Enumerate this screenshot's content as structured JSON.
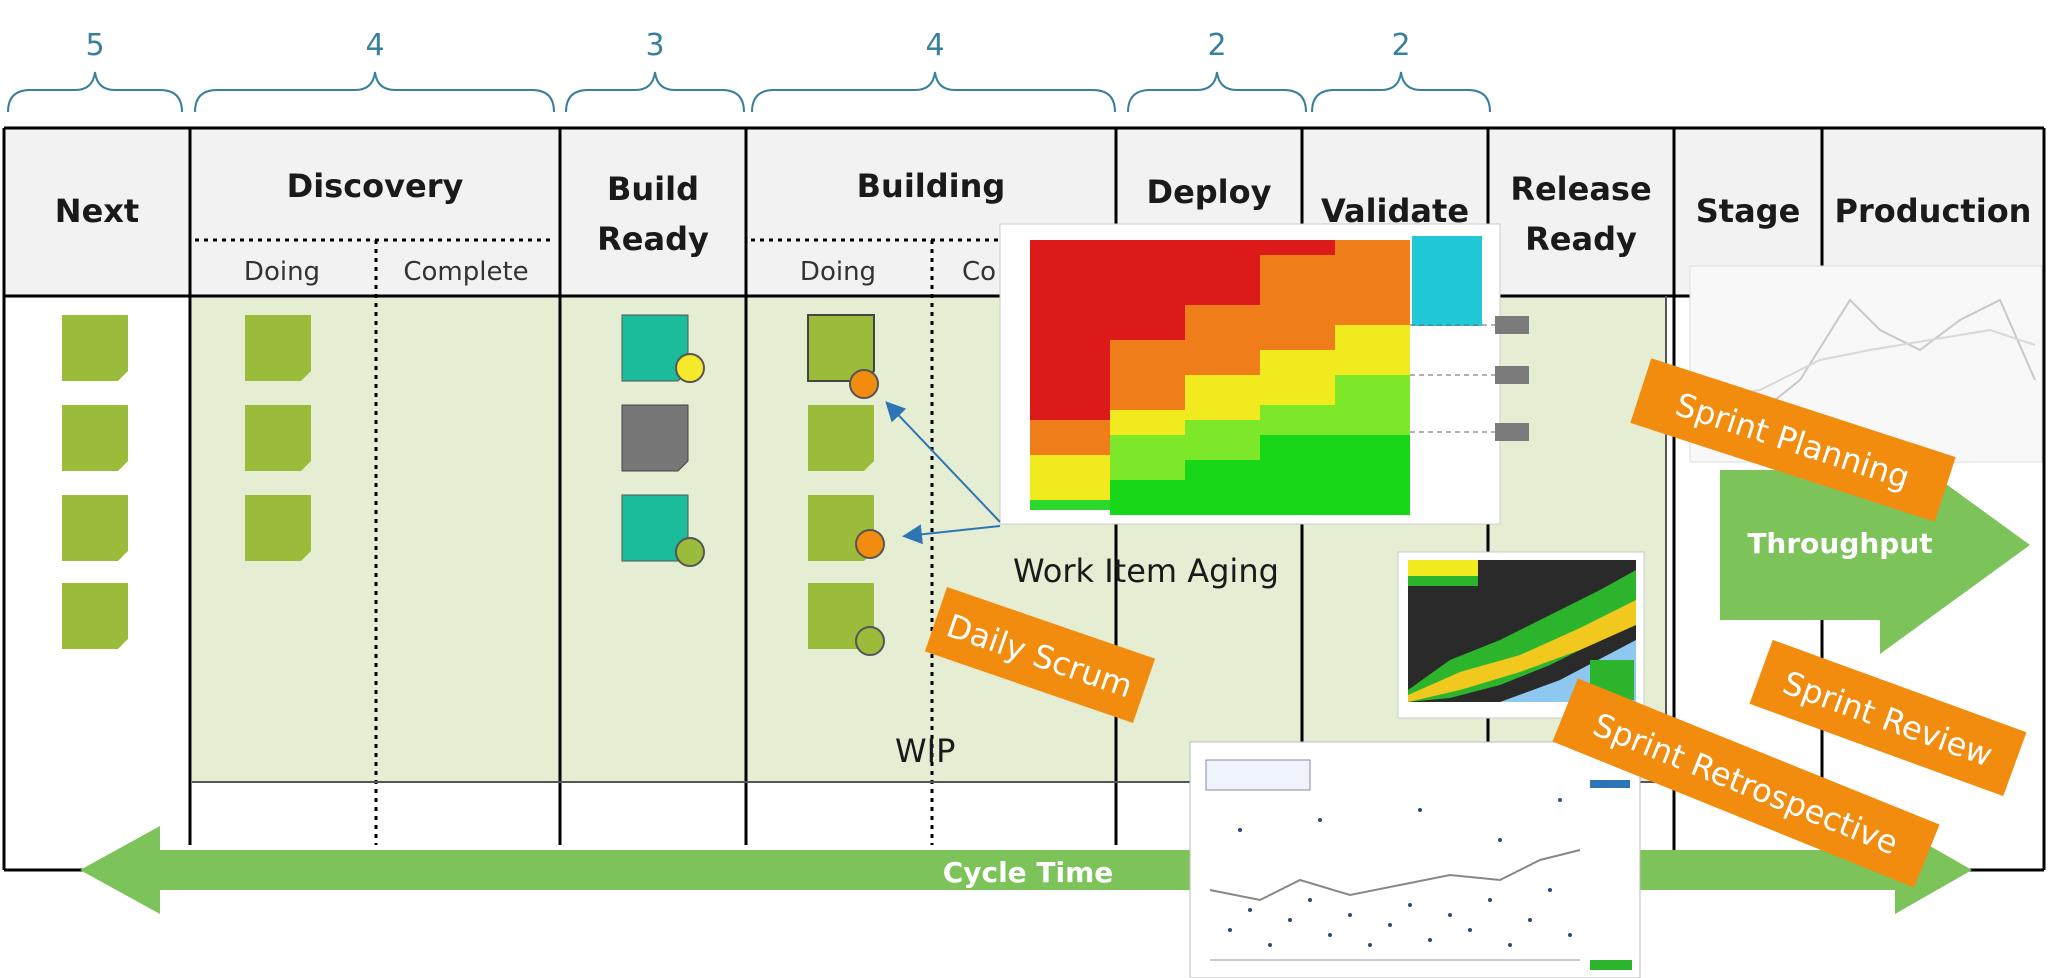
{
  "wip_limits": {
    "next": "5",
    "discovery": "4",
    "build_ready": "3",
    "building": "4",
    "deploy": "2",
    "validate": "2"
  },
  "columns": {
    "next": "Next",
    "discovery": "Discovery",
    "build_ready_1": "Build",
    "build_ready_2": "Ready",
    "building": "Building",
    "deploy": "Deploy",
    "validate": "Validate",
    "release_ready_1": "Release",
    "release_ready_2": "Ready",
    "stage": "Stage",
    "production": "Production"
  },
  "subcolumns": {
    "doing": "Doing",
    "complete": "Complete",
    "complete_truncated": "Co"
  },
  "labels": {
    "work_item_aging": "Work Item Aging",
    "wip": "WIP",
    "cycle_time": "Cycle Time",
    "throughput": "Throughput"
  },
  "tags": {
    "daily_scrum": "Daily Scrum",
    "sprint_planning": "Sprint Planning",
    "sprint_review": "Sprint Review",
    "sprint_retrospective": "Sprint Retrospective"
  },
  "colors": {
    "card_green": "#9bbb3a",
    "card_teal": "#1abc9c",
    "card_gray": "#7a7a7a",
    "board_bg": "#e8efd8",
    "header_bg": "#f2f2f2",
    "arrow_green": "#7cc35a",
    "tag_orange": "#f28c0f",
    "wip_blue": "#3a7f9c"
  }
}
